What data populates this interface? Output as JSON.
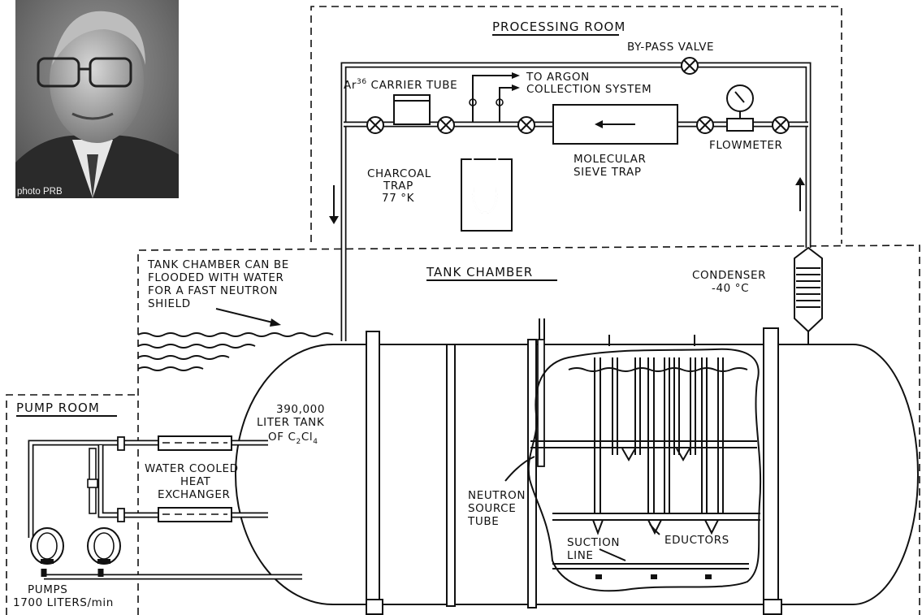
{
  "labels": {
    "processing_room": "PROCESSING ROOM",
    "bypass_valve": "BY-PASS VALVE",
    "carrier_tube_prefix": "Ar",
    "carrier_tube_sup": "36",
    "carrier_tube_suffix": " CARRIER TUBE",
    "to_argon": "TO ARGON",
    "collection_system": "COLLECTION SYSTEM",
    "charcoal_trap_1": "CHARCOAL",
    "charcoal_trap_2": "TRAP",
    "charcoal_trap_3": "77 °K",
    "molecular_sieve_1": "MOLECULAR",
    "molecular_sieve_2": "SIEVE TRAP",
    "flowmeter": "FLOWMETER",
    "tank_note_1": "TANK CHAMBER CAN BE",
    "tank_note_2": "FLOODED WITH WATER",
    "tank_note_3": "FOR A FAST NEUTRON",
    "tank_note_4": "SHIELD",
    "tank_chamber": "TANK CHAMBER",
    "condenser_1": "CONDENSER",
    "condenser_2": "-40 °C",
    "pump_room": "PUMP ROOM",
    "tank_1": "390,000",
    "tank_2": "LITER TANK",
    "tank_3_prefix": "OF C",
    "tank_3_sub1": "2",
    "tank_3_mid": "Cl",
    "tank_3_sub2": "4",
    "heat_ex_1": "WATER COOLED",
    "heat_ex_2": "HEAT",
    "heat_ex_3": "EXCHANGER",
    "neutron_1": "NEUTRON",
    "neutron_2": "SOURCE",
    "neutron_3": "TUBE",
    "suction_1": "SUCTION",
    "suction_2": "LINE",
    "eductors": "EDUCTORS",
    "pumps_1": "PUMPS",
    "pumps_2": "1700 LITERS/min"
  },
  "photo": {
    "caption": "photo PRB"
  }
}
